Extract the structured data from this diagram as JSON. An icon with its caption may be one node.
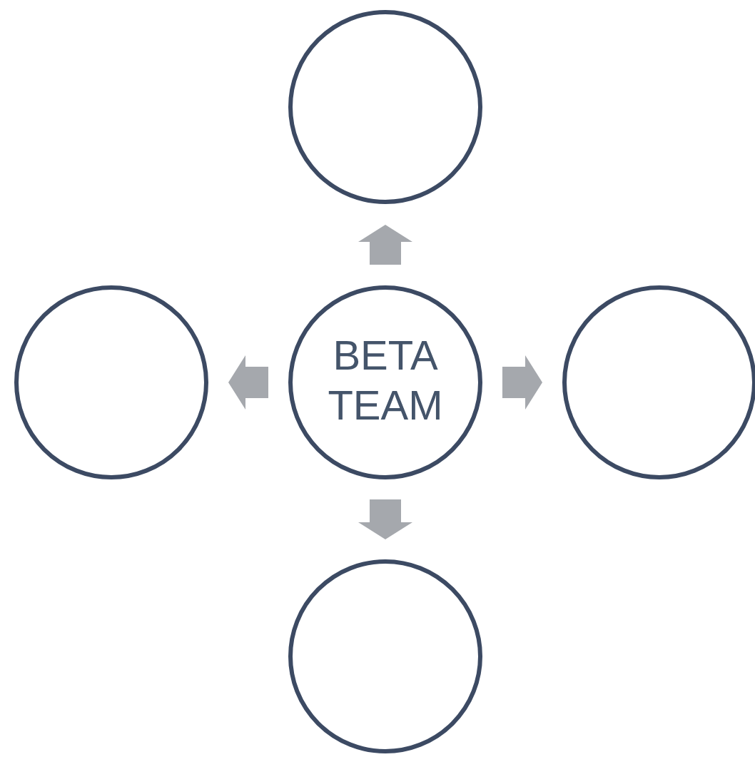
{
  "diagram": {
    "nodes": [
      {
        "text": [],
        "shape": "circle"
      },
      {
        "text": [],
        "shape": "circle"
      },
      {
        "text": [
          "BETA TEAM"
        ]
      },
      {
        "text": [],
        "shape": "circle"
      },
      {
        "text": [],
        "shape": "circle"
      }
    ],
    "edges": [
      {
        "from": 2,
        "to": 0,
        "arrow": "to",
        "style": "thick"
      },
      {
        "from": 2,
        "to": 1,
        "arrow": "to",
        "style": "thick"
      },
      {
        "from": 2,
        "to": 3,
        "arrow": "to",
        "style": "thick"
      },
      {
        "from": 2,
        "to": 4,
        "arrow": "to",
        "style": "thick"
      }
    ]
  }
}
